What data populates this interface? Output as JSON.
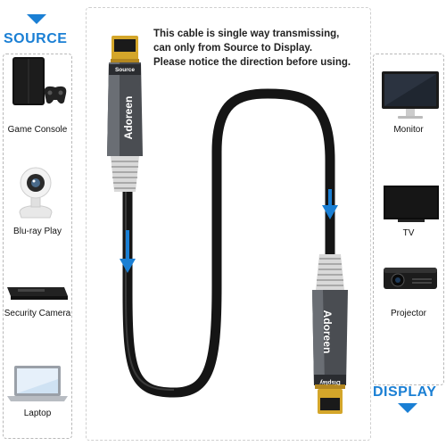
{
  "source": {
    "heading": "SOURCE",
    "items": [
      {
        "label": "Game Console",
        "icon": "game-console-icon"
      },
      {
        "label": "Blu-ray Play",
        "icon": "security-camera-icon"
      },
      {
        "label": "Security Camera",
        "icon": "blu-ray-player-icon"
      },
      {
        "label": "Laptop",
        "icon": "laptop-icon"
      }
    ]
  },
  "display": {
    "heading": "DISPLAY",
    "items": [
      {
        "label": "Monitor",
        "icon": "monitor-icon"
      },
      {
        "label": "TV",
        "icon": "tv-icon"
      },
      {
        "label": "Projector",
        "icon": "projector-icon"
      }
    ]
  },
  "notice": {
    "line1": "This cable is single way transmissing,",
    "line2": "can only from Source to Display.",
    "line3": "Please notice the direction before using."
  },
  "cable": {
    "brand": "Adoreen",
    "source_tag": "Source",
    "display_tag": "Display"
  },
  "colors": {
    "accent_blue": "#1a7fd4",
    "cable_black": "#151515",
    "connector_gold": "#d4a62a"
  }
}
